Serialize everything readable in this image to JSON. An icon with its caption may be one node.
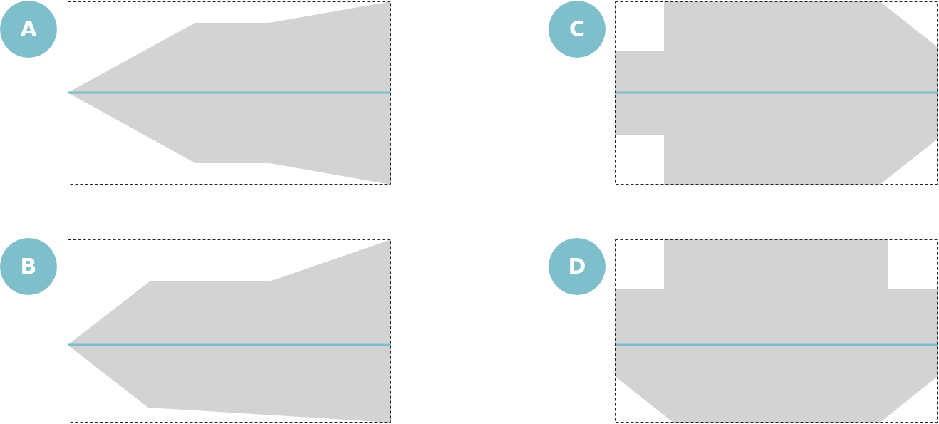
{
  "diagram": {
    "nodes": [
      {
        "text": [
          "A"
        ]
      },
      {
        "text": [
          "C"
        ]
      },
      {
        "text": [
          "B"
        ]
      },
      {
        "text": [
          "D"
        ]
      }
    ]
  }
}
